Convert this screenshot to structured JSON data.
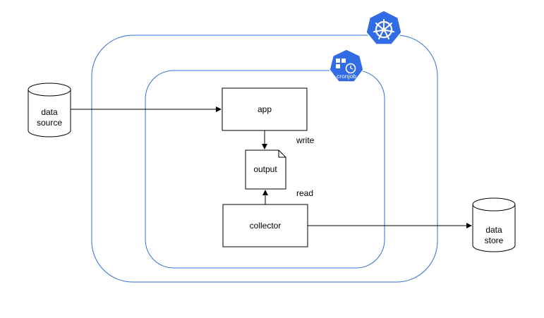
{
  "diagram": {
    "nodes": {
      "data_source": {
        "line1": "data",
        "line2": "source"
      },
      "app": {
        "label": "app"
      },
      "output": {
        "label": "output"
      },
      "collector": {
        "label": "collector"
      },
      "data_store": {
        "line1": "data",
        "line2": "store"
      }
    },
    "edges": {
      "write_label": "write",
      "read_label": "read"
    },
    "icons": {
      "outer": "kubernetes-helm-wheel-icon",
      "inner": "kubernetes-cronjob-icon",
      "inner_badge_text": "cronjob"
    },
    "colors": {
      "boundary": "#2f6fd6",
      "badge": "#326ce5",
      "line": "#000000"
    }
  }
}
